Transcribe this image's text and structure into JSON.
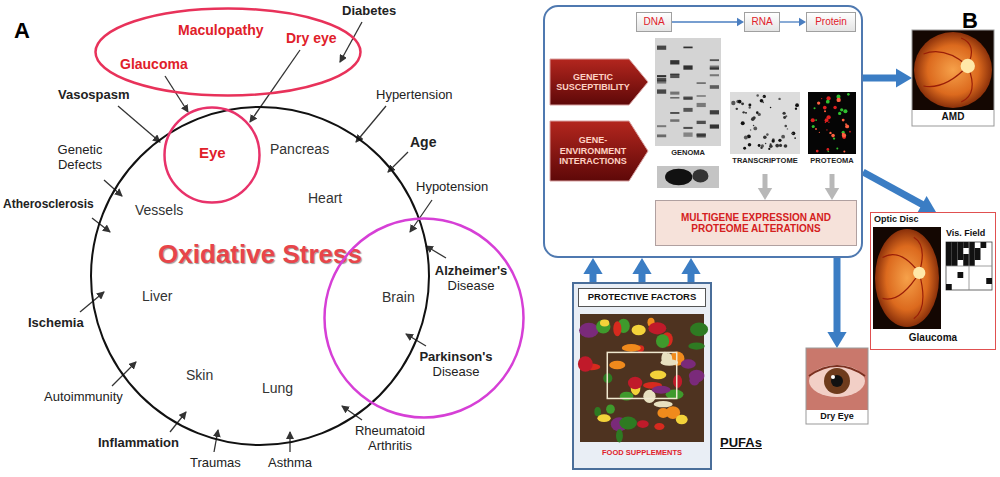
{
  "diagram": {
    "nodes": [
      {
        "text": [
          "Maculopathy",
          "Dry eye",
          "Glaucoma"
        ]
      },
      {
        "text": [
          "Oxidative Stress",
          "Pancreas",
          "Heart",
          "Vessels",
          "Liver",
          "Skin",
          "Lung"
        ]
      },
      {
        "text": [
          "Eye"
        ]
      },
      {
        "text": [
          "Brain",
          "Alzheimer's Disease",
          "Parkinson's Disease"
        ]
      },
      {
        "text": []
      },
      {
        "text": [
          "DNA"
        ],
        "in": 4
      },
      {
        "text": [
          "RNA"
        ],
        "in": 4
      },
      {
        "text": [
          "Protein"
        ],
        "in": 4
      },
      {
        "text": [
          "GENETIC SUSCEPTIBILITY"
        ],
        "in": 4
      },
      {
        "text": [
          "GENOMA"
        ],
        "in": 4
      },
      {
        "text": [
          "GENE-ENVIRONMENT INTERACTIONS"
        ],
        "in": 4
      },
      {
        "text": [
          "TRANSCRIPTOME"
        ],
        "in": 4
      },
      {
        "text": [
          "PROTEOMA"
        ],
        "in": 4
      },
      {
        "text": [
          "MULTIGENE EXPRESSION AND PROTEOME ALTERATIONS"
        ],
        "in": 4
      },
      {
        "text": [
          "AMD"
        ]
      },
      {
        "text": [
          "Optic Disc",
          "Vis. Field",
          "Glaucoma"
        ]
      },
      {
        "text": [
          "Dry Eye"
        ]
      },
      {
        "text": [
          "PROTECTIVE FACTORS",
          "FOOD SUPPLEMENTS"
        ]
      }
    ],
    "edges": [
      {
        "from": 5,
        "to": 6,
        "arrow": "to"
      },
      {
        "from": 6,
        "to": 7,
        "arrow": "to"
      },
      {
        "from": 11,
        "to": 13,
        "arrow": "to"
      },
      {
        "from": 12,
        "to": 13,
        "arrow": "to"
      },
      {
        "from": 17,
        "to": 4,
        "arrow": "to"
      },
      {
        "from": 17,
        "to": 4,
        "arrow": "to"
      },
      {
        "from": 17,
        "to": 4,
        "arrow": "to"
      },
      {
        "from": 4,
        "to": 14,
        "arrow": "to"
      },
      {
        "from": 4,
        "to": 15,
        "arrow": "to"
      },
      {
        "from": 4,
        "to": 16,
        "arrow": "to"
      }
    ],
    "labels": [
      "A",
      "Vasospasm",
      "Diabetes",
      "Hypertension",
      "Age",
      "Hypotension",
      "Genetic Defects",
      "Atherosclerosis",
      "Ischemia",
      "Autoimmunity",
      "Inflammation",
      "Traumas",
      "Asthma",
      "Rheumatoid Arthritis",
      "B",
      "PUFAs"
    ]
  }
}
